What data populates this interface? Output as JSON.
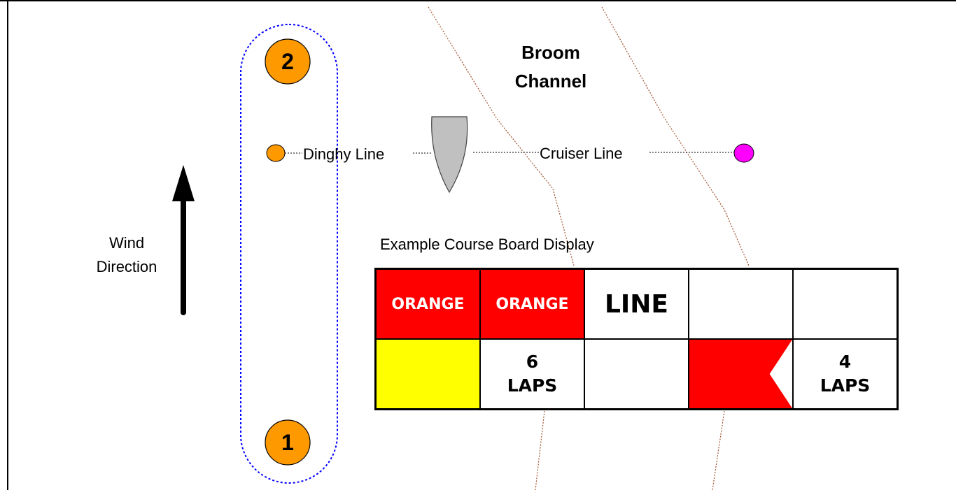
{
  "diagram": {
    "title_line1": "Broom",
    "title_line2": "Channel",
    "wind_label_line1": "Wind",
    "wind_label_line2": "Direction",
    "mark_top": "2",
    "mark_bottom": "1",
    "dinghy_line_label": "Dinghy Line",
    "cruiser_line_label": "Cruiser Line",
    "board_caption": "Example Course Board Display"
  },
  "board": {
    "row1": [
      "ORANGE",
      "ORANGE",
      "LINE",
      "",
      ""
    ],
    "row2": [
      {
        "text1": "",
        "text2": ""
      },
      {
        "text1": "6",
        "text2": "LAPS"
      },
      {
        "text1": "",
        "text2": ""
      },
      {
        "text1": "",
        "text2": ""
      },
      {
        "text1": "4",
        "text2": "LAPS"
      }
    ]
  },
  "colors": {
    "mark_orange": "#ff9900",
    "cruiser_mark": "#ff00ff",
    "boat_grey": "#c0c0c0",
    "zone_dots": "#0000ff",
    "channel_line": "#a0522d",
    "board_red": "#ff0000",
    "board_yellow": "#ffff00"
  }
}
